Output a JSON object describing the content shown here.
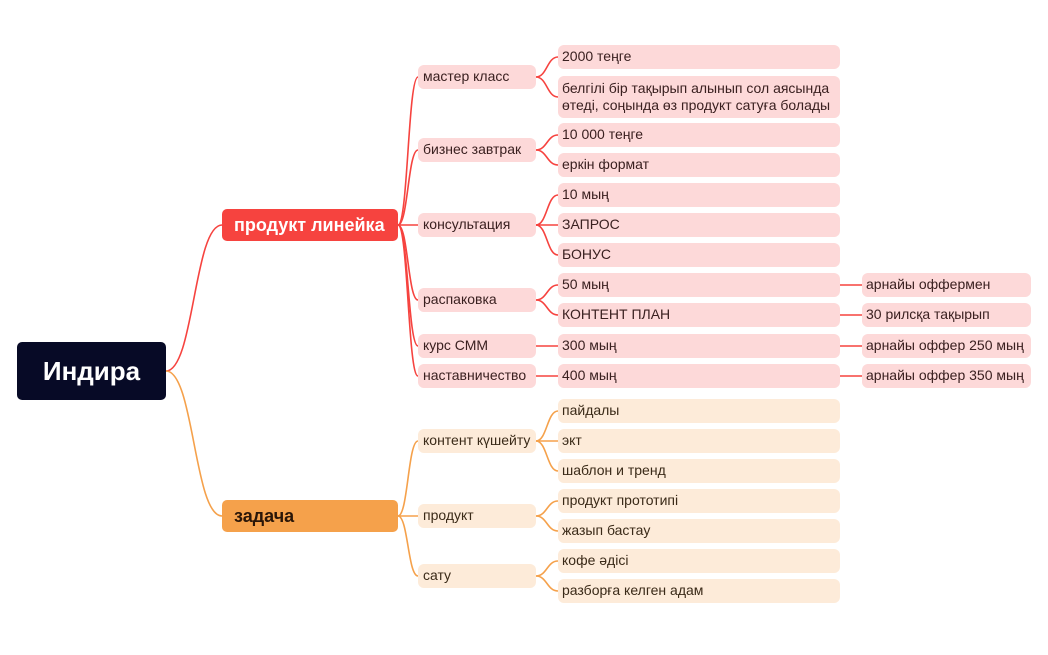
{
  "root": {
    "label": "Индира"
  },
  "colors": {
    "red": "#f6433f",
    "orange": "#f5a14b",
    "root_bg": "#070a26",
    "red_tint": "#fdd9d9",
    "orange_tint": "#fdebd9"
  },
  "branches": [
    {
      "label": "продукт линейка",
      "color": "red",
      "items": [
        {
          "label": "мастер класс",
          "leaves": [
            {
              "label": "2000 теңге"
            },
            {
              "label": "белгілі бір тақырып алынып сол аясында өтеді, соңында өз продукт сатуға болады"
            }
          ]
        },
        {
          "label": "бизнес завтрак",
          "leaves": [
            {
              "label": "10 000 теңге"
            },
            {
              "label": "еркін формат"
            }
          ]
        },
        {
          "label": "консультация",
          "leaves": [
            {
              "label": "10 мың"
            },
            {
              "label": "ЗАПРОС"
            },
            {
              "label": "БОНУС"
            }
          ]
        },
        {
          "label": "распаковка",
          "leaves": [
            {
              "label": "50 мың",
              "note": "арнайы оффермен"
            },
            {
              "label": "КОНТЕНТ ПЛАН",
              "note": "30 рилсқа тақырып"
            }
          ]
        },
        {
          "label": "курс СММ",
          "leaves": [
            {
              "label": "300 мың",
              "note": "арнайы оффер 250 мың"
            }
          ]
        },
        {
          "label": "наставничество",
          "leaves": [
            {
              "label": "400 мың",
              "note": "арнайы оффер 350 мың"
            }
          ]
        }
      ]
    },
    {
      "label": "задача",
      "color": "orange",
      "items": [
        {
          "label": "контент күшейту",
          "leaves": [
            {
              "label": "пайдалы"
            },
            {
              "label": "экт"
            },
            {
              "label": "шаблон и тренд"
            }
          ]
        },
        {
          "label": "продукт",
          "leaves": [
            {
              "label": "продукт прототипі"
            },
            {
              "label": "жазып бастау"
            }
          ]
        },
        {
          "label": "сату",
          "leaves": [
            {
              "label": "кофе әдісі"
            },
            {
              "label": "разборға келген адам"
            }
          ]
        }
      ]
    }
  ]
}
